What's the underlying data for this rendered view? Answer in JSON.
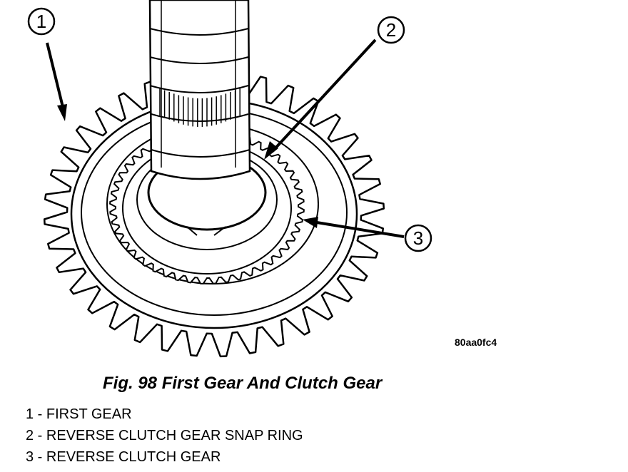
{
  "callouts": [
    {
      "number": "1",
      "label": "FIRST GEAR"
    },
    {
      "number": "2",
      "label": "REVERSE CLUTCH GEAR SNAP RING"
    },
    {
      "number": "3",
      "label": "REVERSE CLUTCH GEAR"
    }
  ],
  "reference_id": "80aa0fc4",
  "caption": "Fig. 98 First Gear And Clutch Gear",
  "legend": [
    {
      "number": "1",
      "sep": " - ",
      "text": "FIRST GEAR"
    },
    {
      "number": "2",
      "sep": " - ",
      "text": "REVERSE CLUTCH GEAR SNAP RING"
    },
    {
      "number": "3",
      "sep": " - ",
      "text": "REVERSE CLUTCH GEAR"
    }
  ]
}
